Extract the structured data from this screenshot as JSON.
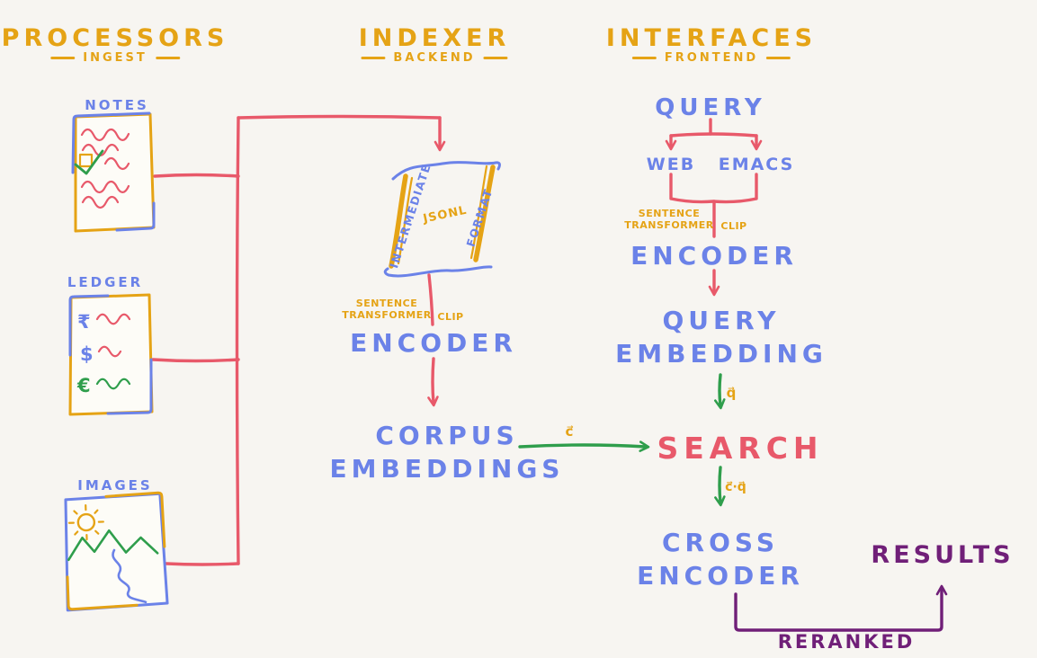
{
  "palette": {
    "background": "#f7f5f1",
    "orange": "#e5a315",
    "blue": "#6b82e8",
    "red": "#e8596a",
    "green": "#2f9e4c",
    "purple": "#701f78"
  },
  "columns": [
    {
      "title": "PROCESSORS",
      "subtitle": "INGEST"
    },
    {
      "title": "INDEXER",
      "subtitle": "BACKEND"
    },
    {
      "title": "INTERFACES",
      "subtitle": "FRONTEND"
    }
  ],
  "processors": {
    "notes": {
      "label": "NOTES"
    },
    "ledger": {
      "label": "LEDGER",
      "currency_symbols": [
        "₹",
        "$",
        "€"
      ]
    },
    "images": {
      "label": "IMAGES"
    }
  },
  "indexer": {
    "scroll": {
      "left": "INTERMEDIATE",
      "center": "JSONL",
      "right": "FORMAT"
    },
    "model": {
      "line1": "SENTENCE",
      "line2": "TRANSFORMER",
      "alt": "CLIP"
    },
    "encoder": "ENCODER",
    "corpus_embeddings": {
      "line1": "CORPUS",
      "line2": "EMBEDDINGS"
    }
  },
  "interfaces": {
    "query": "QUERY",
    "clients": {
      "web": "WEB",
      "emacs": "EMACS"
    },
    "model": {
      "line1": "SENTENCE",
      "line2": "TRANSFORMER",
      "alt": "CLIP"
    },
    "encoder": "ENCODER",
    "query_embedding": {
      "line1": "QUERY",
      "line2": "EMBEDDING"
    },
    "search": "SEARCH",
    "cross_encoder": {
      "line1": "CROSS",
      "line2": "ENCODER"
    },
    "results": "RESULTS",
    "reranked": "RERANKED"
  },
  "edge_labels": {
    "corpus_vector": "c⃗",
    "query_vector": "q⃗",
    "similarity": "c⃗·q⃗"
  }
}
